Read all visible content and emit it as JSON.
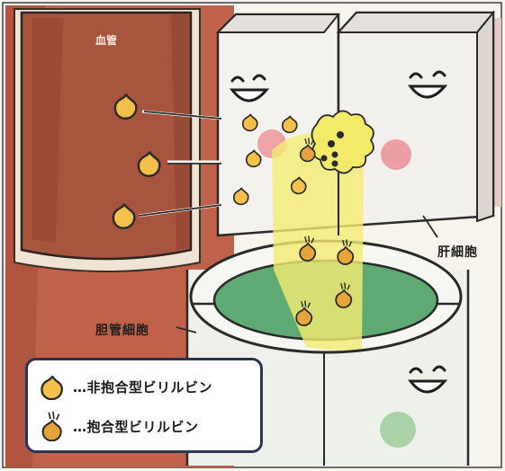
{
  "labels": {
    "blood_vessel": "血管",
    "liver_cell": "肝細胞",
    "bile_duct_cell": "胆管細胞"
  },
  "legend": {
    "unconjugated": "…非抱合型ビリルビン",
    "conjugated": "…抱合型ビリルビン"
  },
  "colors": {
    "vessel": "#a8553f",
    "unconjugated": "#f4c04a",
    "conjugated": "#e6a53a",
    "bile_flow": "#f2ec72",
    "duct_lumen": "#5faa73",
    "cheek": "#ec8f95"
  },
  "icons": [
    "bilirubin-drop-icon",
    "smiling-face-icon"
  ]
}
